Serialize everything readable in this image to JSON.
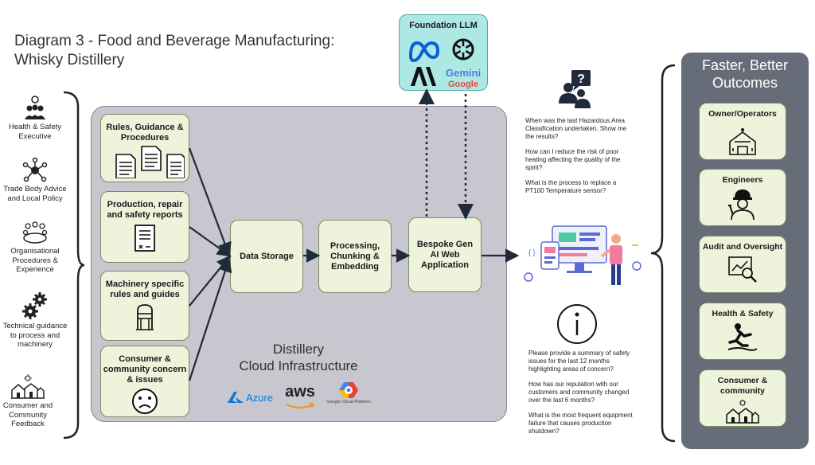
{
  "title": {
    "line1": "Diagram 3 - Food and Beverage Manufacturing:",
    "line2": "Whisky Distillery"
  },
  "left_inputs": [
    {
      "label": "Health & Safety Executive",
      "icon": "people-group-icon"
    },
    {
      "label": "Trade Body Advice and Local Policy",
      "icon": "network-icon"
    },
    {
      "label": "Organisational Procedures & Experience",
      "icon": "team-circle-icon"
    },
    {
      "label": "Technical guidance to process and machinery",
      "icon": "gears-icon"
    },
    {
      "label": "Consumer and Community Feedback",
      "icon": "houses-icon"
    }
  ],
  "sources": [
    {
      "label": "Rules, Guidance & Procedures",
      "icon": "documents-icon"
    },
    {
      "label": "Production, repair and safety reports",
      "icon": "report-icon"
    },
    {
      "label": "Machinery specific rules and guides",
      "icon": "machine-icon"
    },
    {
      "label": "Consumer & community concern & issues",
      "icon": "sad-face-icon"
    }
  ],
  "pipeline": {
    "storage": "Data Storage",
    "processing": "Processing, Chunking & Embedding",
    "app": "Bespoke Gen AI Web Application"
  },
  "llm": {
    "title": "Foundation LLM",
    "logos": [
      "meta-logo",
      "openai-logo",
      "anthropic-logo",
      "gemini-logo"
    ],
    "gemini_text1": "Gemini",
    "gemini_text2": "Google"
  },
  "cloud": {
    "label1": "Distillery",
    "label2": "Cloud Infrastructure",
    "azure": "Azure",
    "aws": "aws",
    "gcp": "Google Cloud Platform"
  },
  "questions_top": [
    "When was the last Hazardous Area Classification undertaken. Show me the results?",
    "How can I reduce the risk of poor heating affecting the quality of the spirit?",
    "What is the process to replace a PT100 Temperature sensor?"
  ],
  "questions_bottom": [
    "Please provide a summary of safety issues for the last 12 months highlighting areas of concern?",
    "How has our reputation with our customers and community changed over the last 6 months?",
    "What is the most frequent equipment failure that causes production shutdown?"
  ],
  "outcomes": {
    "title1": "Faster, Better",
    "title2": "Outcomes",
    "items": [
      {
        "label": "Owner/Operators",
        "icon": "building-icon"
      },
      {
        "label": "Engineers",
        "icon": "engineer-icon"
      },
      {
        "label": "Audit and Oversight",
        "icon": "magnifier-chart-icon"
      },
      {
        "label": "Health & Safety",
        "icon": "slip-hazard-icon"
      },
      {
        "label": "Consumer & community",
        "icon": "houses-icon"
      }
    ]
  },
  "colors": {
    "box_fill": "#eef3dc",
    "cloud_fill": "#c8c6ce",
    "llm_fill": "#aee8e4",
    "panel_fill": "#676d78"
  }
}
